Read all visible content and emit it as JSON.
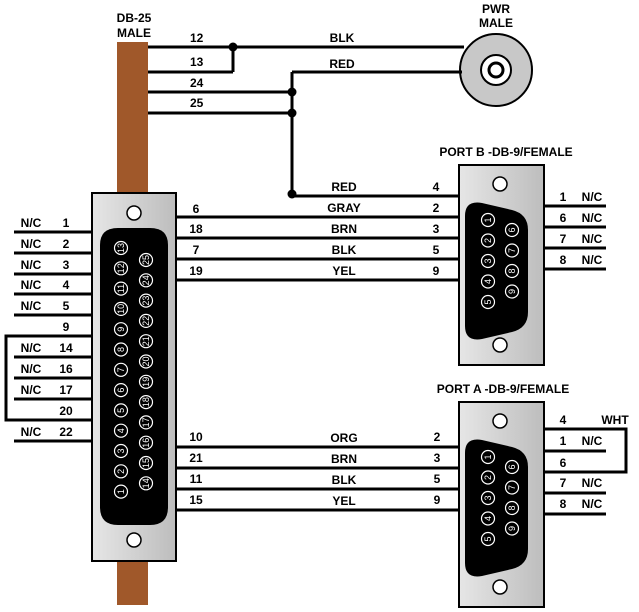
{
  "db25_label": [
    "DB-25",
    "MALE"
  ],
  "pwr_label": [
    "PWR",
    "MALE"
  ],
  "port_b_label": "PORT B -DB-9/FEMALE",
  "port_a_label": "PORT A -DB-9/FEMALE",
  "power_wires": {
    "pins": [
      "12",
      "13",
      "24",
      "25"
    ],
    "blk": "BLK",
    "red": "RED"
  },
  "port_b_wires": [
    {
      "db25": "",
      "color": "RED",
      "db9": "4"
    },
    {
      "db25": "6",
      "color": "GRAY",
      "db9": "2"
    },
    {
      "db25": "18",
      "color": "BRN",
      "db9": "3"
    },
    {
      "db25": "7",
      "color": "BLK",
      "db9": "5"
    },
    {
      "db25": "19",
      "color": "YEL",
      "db9": "9"
    }
  ],
  "port_b_nc": [
    {
      "pin": "1",
      "label": "N/C"
    },
    {
      "pin": "6",
      "label": "N/C"
    },
    {
      "pin": "7",
      "label": "N/C"
    },
    {
      "pin": "8",
      "label": "N/C"
    }
  ],
  "port_a_wires": [
    {
      "db25": "10",
      "color": "ORG",
      "db9": "2"
    },
    {
      "db25": "21",
      "color": "BRN",
      "db9": "3"
    },
    {
      "db25": "11",
      "color": "BLK",
      "db9": "5"
    },
    {
      "db25": "15",
      "color": "YEL",
      "db9": "9"
    }
  ],
  "port_a_right": [
    {
      "pin": "4",
      "label": "WHT"
    },
    {
      "pin": "1",
      "label": "N/C"
    },
    {
      "pin": "6",
      "label": ""
    },
    {
      "pin": "7",
      "label": "N/C"
    },
    {
      "pin": "8",
      "label": "N/C"
    }
  ],
  "db25_left_pins": [
    {
      "pin": "1",
      "label": "N/C"
    },
    {
      "pin": "2",
      "label": "N/C"
    },
    {
      "pin": "3",
      "label": "N/C"
    },
    {
      "pin": "4",
      "label": "N/C"
    },
    {
      "pin": "5",
      "label": "N/C"
    },
    {
      "pin": "9",
      "label": ""
    },
    {
      "pin": "14",
      "label": "N/C"
    },
    {
      "pin": "16",
      "label": "N/C"
    },
    {
      "pin": "17",
      "label": "N/C"
    },
    {
      "pin": "20",
      "label": ""
    },
    {
      "pin": "22",
      "label": "N/C"
    }
  ],
  "db25_face_top": [
    "13",
    "12",
    "11",
    "10",
    "9",
    "8",
    "7",
    "6",
    "5",
    "4",
    "3",
    "2",
    "1"
  ],
  "db25_face_bottom": [
    "25",
    "24",
    "23",
    "22",
    "21",
    "20",
    "19",
    "18",
    "17",
    "16",
    "15",
    "14"
  ],
  "db9_face_top": [
    "1",
    "2",
    "3",
    "4",
    "5"
  ],
  "db9_face_bottom": [
    "6",
    "7",
    "8",
    "9"
  ]
}
